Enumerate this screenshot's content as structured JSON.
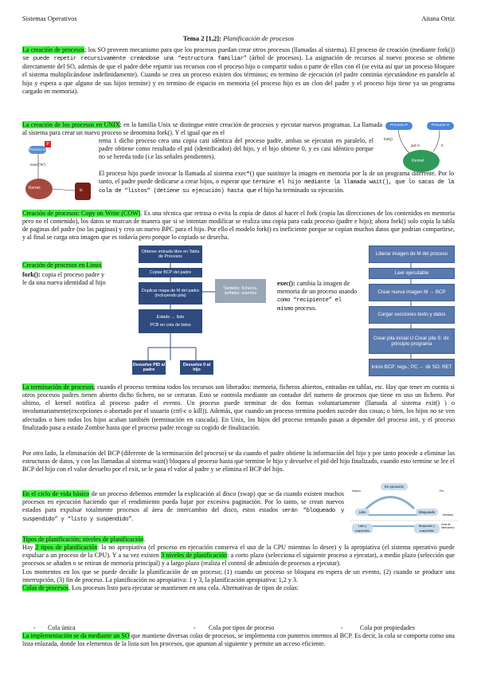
{
  "header": {
    "left": "Sistemas Operativos",
    "right": "Aitana Ortiz"
  },
  "title": {
    "bold": "Tema 2 [1,2]:",
    "italic": "Planificación de procesos"
  },
  "s1": {
    "hl": "La creación de procesos",
    "a": "; los SO proveen mecanismo para que los procesos puedan crear otros procesos (llamadas al sistema). El proceso de creación (mediante fork()) ",
    "mono": "se puede repetir recursivamente creándose una “estructura familiar”",
    "b": " (árbol de procesos). La asignación de recursos al nuevo proceso se obtiene directamente del SO, además de que el padre debe repartir sus recursos con el proceso hijo o compartir todos o parte de ellos con él (se evita así que un proceso bloquee el sistema multiplicándose indefinidamente). Cuando se crea un proceso existen dos términos; en termino de ejecución (el padre continúa ejecutándose en paralelo al hijo y espera a que alguno de sus hijos termine) y en termino de espacio en memoria (el proceso hijo es un clon del padre y el proceso hijo tiene ya un programa cargado en memoria)."
  },
  "s2": {
    "hl": "La creación de los procesos en UNIX",
    "a": ": en la familia Unix se distingue entre creación de procesos y ejecutar nuevos programas. La llamada al sistema para crear un nuevo proceso se denomina fork(). Y el igual que en el",
    "b": "tema 1 dicho proceso crea una copia casi idéntica del proceso padre, ambas se ejecutan en paralelo, el padre obtiene como resultado el pid (identificador) del hijo, y el hijo obtiene 0, y es casi idéntico porque no se hereda todo (i.e las señales pendientes).",
    "c": "El proceso hijo puede invocar la llamada al sistema exec*() que sustituye la imagen en memoria por la de un programa diferente. Por lo tanto, el padre puede dedicarse a crear hijos, o esperar que ",
    "mono": "termine el hijo mediante la llamada wait(), que lo sacas de la cola de “listos” (detiene su ejecución) hasta que",
    "d": " el hijo ha terminado su ejecución."
  },
  "s3": {
    "hl": "Creación de procesos: Copy on Write (COW)",
    "a": ". Es una técnica que retrasa o evita la copia de datos al hacer el fork (copia las direcciones de los contenidos en memoria pero no el contenido), los datos se marcan de manera que si se intentan modificar se realiza una copia para cada proceso (padre e hijo); ahora fork() solo copia la tabla de paginas del padre (no las paginas) y crea un nuevo BPC para el hijo. Por ello el modelo fork() es ineficiente porque se copian muchos datos que podrían compartirse, y al final se carga otra imagen que es todavía pero porque lo copiado se desecha."
  },
  "s4": {
    "hl": "Creación de procesos en Linux",
    "fork_bold": "fork():",
    "fork_text": " copia el proceso padre y le da una nueva identidad al hijo",
    "exec_bold": "exec():",
    "exec_text": " cambia la imagen de memoria de un proceso usando ",
    "exec_mono": "como “recipiente” el mismo",
    "exec_end": " proceso."
  },
  "fig_left": {
    "p": "P",
    "proceso_h": "Proceso H",
    "exec": "exec(\"ls\")",
    "kernel": "Kernel",
    "ls": "ls"
  },
  "fig_right": {
    "proceso_p": "Proceso P",
    "proceso_h": "Proceso H",
    "fork": "fork()",
    "pid": "pid H",
    "zero": "0",
    "kernel": "Kernel"
  },
  "fig_fork": {
    "b1": "Obtener entrada libre en Tabla de Procesos",
    "b2": "Copiar BCP del padre",
    "b3": "Duplicar mapa de M del padre (incluyendo pila)",
    "b4": "También: ficheros, señales, eventos",
    "b5": "Estado ← listo",
    "b6": "PCB en cola de listos",
    "b7": "Devuelve PID al padre",
    "b8": "Devuelve 0 al hijo"
  },
  "fig_exec": {
    "items": [
      "Liberar imagen de M del proceso",
      "Leer ejecutable",
      "Crear nueva imagen M → BCP",
      "Cargar secciones texto y datos",
      "Crear pila inicial U Crear pila S: dir. principio programa",
      "Inicio BCP: regs.; PC ← dir SO: RET"
    ]
  },
  "s5": {
    "hl": "La terminación de procesos",
    "a": "; cuando el proceso termina todos los recursos son liberados: memoria, ficheros abiertos, entradas en tablas, etc. Hay que tener en cuenta si otros procesos padres tienen abierto dicho fichero, no se cerraran. Esto se controla mediante un contador del numero de procesos que tiene en uso un fichero. Por ultimo, el kernel notifica al proceso padre el evento. Un proceso puede terminar de dos formas voluntariamente (llamada al sistema exit() ) o involuntariamente(excepciones o abortado por el usuario (ctrl-c o kill)). Además, que cuando un proceso termina pueden suceder dos cosas; o bien, los hijos no se ven afectados o bien todos los hijos acaban también (terminación en cascada). En Unix, los hijos del proceso temando pasan a depender del proceso init, y el proceso finalizado pasa a estado Zombie hasta que el proceso padre recoge su cogido de finalización.",
    "b": "Por otro lado, la eliminación del BCP (diferente de la terminación del proceso) se da cuando el padre obtiene la información del hijo y por tanto procede a eliminar las estructuras de datos, y con las llamadas al sistema wait() bloquea al proceso hasta que termine le hijo y devuelve el pid del hijo finalizado, cuando esto termine se lee el BCP del hijo con el valor devuelto por el exit, se le pasa el valor al padre y se elimina el BCP del hijo."
  },
  "s6": {
    "hl": "En el ciclo de vida básico",
    "a": " de un proceso debemos entender la explicación al disco (swap) que se da cuando existen muchos procesos en ejecución haciendo que el rendimiento pueda bajar por excesiva paginación. Por lo tanto, se crean nuevos estados para expulsar totalmente procesos al área de intercambio del disco, estos estados s",
    "mono": "erán “bloqueado y suspendido” y “listo y suspendido”",
    "b": "."
  },
  "fig_states": {
    "ejecucion": "En ejecución",
    "listo": "Listo",
    "bloqueado": "Bloqueado",
    "listo_susp": "Listo y suspendido",
    "bloq_susp": "Bloqueado y suspendido",
    "nuevo": "Nuevo",
    "fin": "Fin",
    "memoria": "Memoria",
    "zona": "Zona de intercambio"
  },
  "s7": {
    "hl": "Tipos de planificación; niveles de planificación",
    "a": ".",
    "line1a": "Hay ",
    "hl2": "2 tipos de planificación",
    "line1b": ": la no apropiativa (el proceso en ejecución conserva el uso de la CPU mientras lo desee) y la apropiativa (el sistema operativo puede expulsar a un proceso de la CPU). Y a su vez existen ",
    "hl3": "3 niveles de planificación",
    "line1c": ": a corto plazo (selecciona el siguiente proceso a ejecutar), a medio plazo (selección que procesos se añaden o se retiran de memoria principal) y a largo plazo (realiza el control de admisión de procesos a ejecutar).",
    "line2": "Los momentos en los que se puede decidir la planificación de un proceso; (1) cuando un proceso se bloquea en espera de un evento, (2) cuando se produce una interrupción, (3) fin de proceso. La planificación no apropiativa: 1 y 3, la planificación apropiativa: 1,2 y 3.",
    "hl4": "Colas de procesos",
    "line3": ". Los procesos listo para ejecutar se mantienen en una cola. Alternativas de tipos de colas:",
    "cola1": "Cola única",
    "cola2": "Cola por tipos de proceso",
    "cola3": "Cola por propiedades",
    "hl5": "La implementación se da mediante un SO",
    "line4": " que mantiene diversas colas de procesos, se implementa con punteros internos al BCP. Es decir, la cola se comporta como una lista enlazada, donde los elementos de la lista son los procesos, que apuntan al siguiente y permite un acceso eficiente."
  }
}
